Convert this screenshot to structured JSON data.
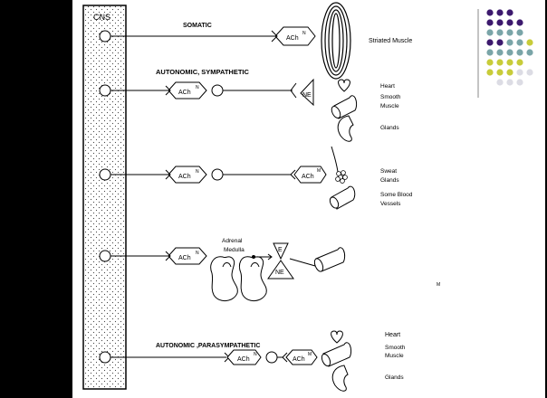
{
  "cns_label": "CNS",
  "rows": {
    "somatic": {
      "title": "SOMATIC",
      "receptor": "ACh",
      "receptor_sup": "N",
      "target": "Striated Muscle"
    },
    "sympathetic_1": {
      "title": "AUTONOMIC, SYMPATHETIC",
      "ganglion": "ACh",
      "ganglion_sup": "N",
      "effector": "NE",
      "targets": [
        "Heart",
        "Smooth",
        "Muscle",
        "Glands"
      ]
    },
    "sympathetic_2": {
      "ganglion": "ACh",
      "ganglion_sup": "N",
      "effector": "ACh",
      "effector_sup": "M",
      "targets": [
        "Sweat",
        "Glands",
        "Some Blood",
        "Vessels"
      ]
    },
    "adrenal": {
      "ganglion": "ACh",
      "ganglion_sup": "N",
      "organ": [
        "Adrenal",
        "Medulla"
      ],
      "hormone_top": "E",
      "hormone_bottom": "NE",
      "stray": "M"
    },
    "parasympathetic": {
      "title": "AUTONOMIC ,PARASYMPATHETIC",
      "ganglion": "ACh",
      "ganglion_sup": "N",
      "effector": "ACh",
      "effector_sup": "M",
      "targets": [
        "Heart",
        "Smooth",
        "Muscle",
        "Glands"
      ]
    }
  },
  "palette": [
    "#3d1a6e",
    "#7aa5a8",
    "#c8cc3a",
    "#dcdce4"
  ]
}
